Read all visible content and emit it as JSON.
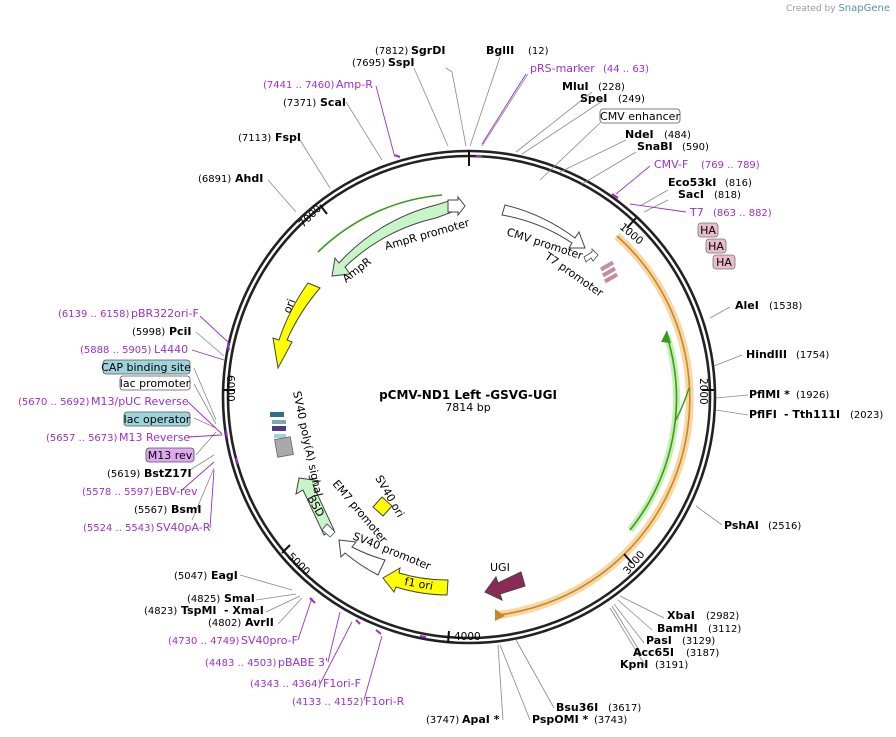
{
  "credit": {
    "prefix": "Created by",
    "brand": "SnapGene"
  },
  "plasmid": {
    "name": "pCMV-ND1 Left -GSVG-UGI",
    "length": "7814 bp"
  },
  "ticks": [
    "1000",
    "2000",
    "3000",
    "4000",
    "5000",
    "6000",
    "7000"
  ],
  "features": [
    {
      "label": "CMV promoter"
    },
    {
      "label": "T7 promoter"
    },
    {
      "label": "UGI"
    },
    {
      "label": "f1 ori"
    },
    {
      "label": "SV40 promoter"
    },
    {
      "label": "EM7 promoter"
    },
    {
      "label": "BSD"
    },
    {
      "label": "SV40 ori"
    },
    {
      "label": "SV40 poly(A) signal"
    },
    {
      "label": "ori"
    },
    {
      "label": "AmpR"
    },
    {
      "label": "AmpR promoter"
    }
  ],
  "boxed": [
    {
      "label": "CMV enhancer"
    },
    {
      "label": "HA"
    },
    {
      "label": "HA"
    },
    {
      "label": "HA"
    },
    {
      "label": "CAP binding site"
    },
    {
      "label": "lac promoter"
    },
    {
      "label": "lac operator"
    },
    {
      "label": "M13 rev"
    }
  ],
  "sites": [
    {
      "name": "SgrDI",
      "pos": "(7812)"
    },
    {
      "name": "SspI",
      "pos": "(7695)"
    },
    {
      "name": "BglII",
      "pos": "(12)"
    },
    {
      "name": "MluI",
      "pos": "(228)"
    },
    {
      "name": "SpeI",
      "pos": "(249)"
    },
    {
      "name": "NdeI",
      "pos": "(484)"
    },
    {
      "name": "SnaBI",
      "pos": "(590)"
    },
    {
      "name": "Eco53kI",
      "pos": "(816)"
    },
    {
      "name": "SacI",
      "pos": "(818)"
    },
    {
      "name": "AleI",
      "pos": "(1538)"
    },
    {
      "name": "HindIII",
      "pos": "(1754)"
    },
    {
      "name": "PflMI *",
      "pos": "(1926)"
    },
    {
      "name": "PflFI",
      "name2": "- Tth111I",
      "pos": "(2023)"
    },
    {
      "name": "PshAI",
      "pos": "(2516)"
    },
    {
      "name": "XbaI",
      "pos": "(2982)"
    },
    {
      "name": "BamHI",
      "pos": "(3112)"
    },
    {
      "name": "PasI",
      "pos": "(3129)"
    },
    {
      "name": "Acc65I",
      "pos": "(3187)"
    },
    {
      "name": "KpnI",
      "pos": "(3191)"
    },
    {
      "name": "Bsu36I",
      "pos": "(3617)"
    },
    {
      "name": "PspOMI *",
      "pos": "(3743)"
    },
    {
      "name": "ApaI *",
      "pos": "(3747)"
    },
    {
      "name": "EagI",
      "pos": "(5047)"
    },
    {
      "name": "SmaI",
      "pos": "(4825)"
    },
    {
      "name": "TspMI",
      "name2": "- XmaI",
      "pos": "(4823)"
    },
    {
      "name": "AvrII",
      "pos": "(4802)"
    },
    {
      "name": "BsmI",
      "pos": "(5567)"
    },
    {
      "name": "BstZ17I",
      "pos": "(5619)"
    },
    {
      "name": "PciI",
      "pos": "(5998)"
    },
    {
      "name": "AhdI",
      "pos": "(6891)"
    },
    {
      "name": "FspI",
      "pos": "(7113)"
    },
    {
      "name": "ScaI",
      "pos": "(7371)"
    }
  ],
  "primers": [
    {
      "name": "pRS-marker",
      "pos": "(44 .. 63)"
    },
    {
      "name": "CMV-F",
      "pos": "(769 .. 789)"
    },
    {
      "name": "T7",
      "pos": "(863 .. 882)"
    },
    {
      "name": "Amp-R",
      "pos": "(7441 .. 7460)"
    },
    {
      "name": "pBR322ori-F",
      "pos": "(6139 .. 6158)"
    },
    {
      "name": "L4440",
      "pos": "(5888 .. 5905)"
    },
    {
      "name": "M13/pUC Reverse",
      "pos": "(5670 .. 5692)"
    },
    {
      "name": "M13 Reverse",
      "pos": "(5657 .. 5673)"
    },
    {
      "name": "EBV-rev",
      "pos": "(5578 .. 5597)"
    },
    {
      "name": "SV40pA-R",
      "pos": "(5524 .. 5543)"
    },
    {
      "name": "SV40pro-F",
      "pos": "(4730 .. 4749)"
    },
    {
      "name": "pBABE 3'",
      "pos": "(4483 .. 4503)"
    },
    {
      "name": "F1ori-F",
      "pos": "(4343 .. 4364)"
    },
    {
      "name": "F1ori-R",
      "pos": "(4133 .. 4152)"
    }
  ],
  "colors": {
    "backbone": "#222222",
    "primer": "#9b30c9",
    "ampr_fill": "#c8f5c8",
    "ori_fill": "#ffff00",
    "ugi_fill": "#8b2a57",
    "orange": "#f0b048",
    "green_line": "#3c9a1c",
    "ha_fill": "#e8bccb",
    "lac_fill": "#9fd3dc",
    "m13_fill": "#e0a8f0",
    "grey_block": "#a9a9a9"
  }
}
